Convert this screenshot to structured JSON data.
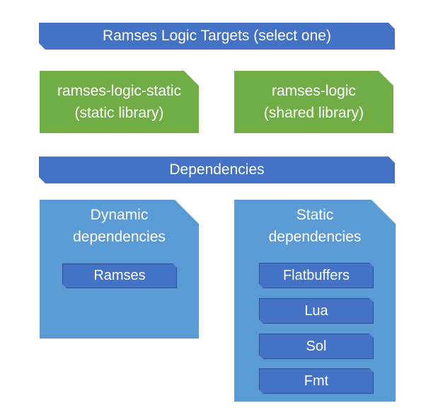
{
  "header": {
    "title": "Ramses Logic Targets (select one)"
  },
  "targets": [
    {
      "name": "ramses-logic-static",
      "kind": "(static library)"
    },
    {
      "name": "ramses-logic",
      "kind": "(shared library)"
    }
  ],
  "dependencies_header": "Dependencies",
  "dynamic": {
    "title_line1": "Dynamic",
    "title_line2": "dependencies",
    "items": [
      "Ramses"
    ]
  },
  "static": {
    "title_line1": "Static",
    "title_line2": "dependencies",
    "items": [
      "Flatbuffers",
      "Lua",
      "Sol",
      "Fmt"
    ]
  },
  "colors": {
    "banner": "#4472c4",
    "target": "#70ad47",
    "panel": "#5b9bd5",
    "pill": "#4472c4"
  }
}
